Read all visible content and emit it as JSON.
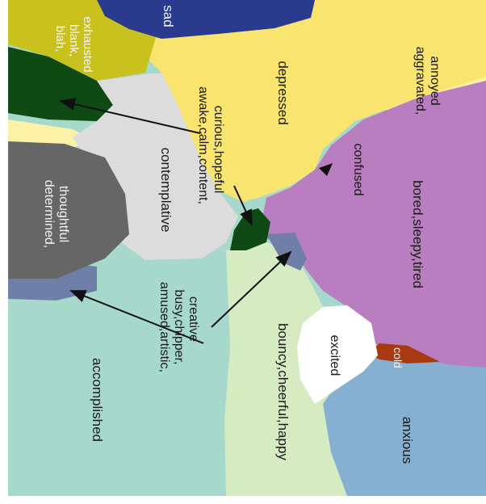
{
  "labels": {
    "sad": "sad",
    "blah_1": "blah,",
    "blah_2": "blank,",
    "blah_3": "exhausted",
    "depressed": "depressed",
    "aggravated_1": "aggravated,",
    "aggravated_2": "annoyed",
    "awake_1": "awake,calm,content,",
    "awake_2": "curious,hopeful",
    "contemplative": "contemplative",
    "confused": "confused",
    "bored": "bored,sleepy,tired",
    "determined_1": "determined,",
    "determined_2": "thoughtful",
    "amused_1": "amused,artistic,",
    "amused_2": "busy,chipper,",
    "amused_3": "creative",
    "accomplished": "accomplished",
    "bouncy": "bouncy,cheerful,happy",
    "excited": "excited",
    "cold": "cold",
    "anxious": "anxious"
  },
  "colors": {
    "sad": "#2a3a8c",
    "blah": "#c9c21e",
    "dark_green": "#0f4a14",
    "depressed": "#f8e46e",
    "light_yellow": "#fbf2a8",
    "contemplative": "#dcdcdc",
    "determined": "#666666",
    "slate_blue": "#6f7fa8",
    "accomplished": "#a6d8cc",
    "bouncy": "#d6ebc2",
    "bored": "#b87ec0",
    "excited": "#ffffff",
    "cold": "#a83a12",
    "anxious": "#86b0d2",
    "arrow": "#111111"
  }
}
